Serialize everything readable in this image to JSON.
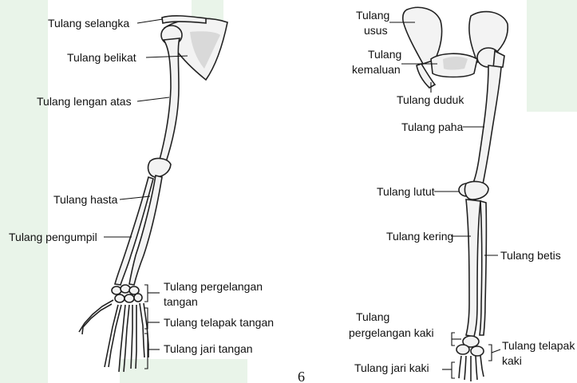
{
  "labels": {
    "clavicle": "Tulang selangka",
    "scapula": "Tulang belikat",
    "humerus": "Tulang lengan atas",
    "ulna": "Tulang hasta",
    "radius": "Tulang pengumpil",
    "wrist_1": "Tulang pergelangan",
    "wrist_2": "tangan",
    "metacarpal": "Tulang telapak tangan",
    "phalanges_hand": "Tulang jari tangan",
    "ilium_1": "Tulang",
    "ilium_2": "usus",
    "pubis_1": "Tulang",
    "pubis_2": "kemaluan",
    "ischium": "Tulang duduk",
    "femur": "Tulang paha",
    "patella": "Tulang lutut",
    "tibia": "Tulang kering",
    "fibula": "Tulang betis",
    "ankle_1": "Tulang",
    "ankle_2": "pergelangan kaki",
    "metatarsal_1": "Tulang telapak",
    "metatarsal_2": "kaki",
    "phalanges_foot": "Tulang jari kaki"
  },
  "page_number": "6",
  "colors": {
    "watermark": "#cfe6cf",
    "bone": "#f3f3f3",
    "outline": "#222222"
  }
}
